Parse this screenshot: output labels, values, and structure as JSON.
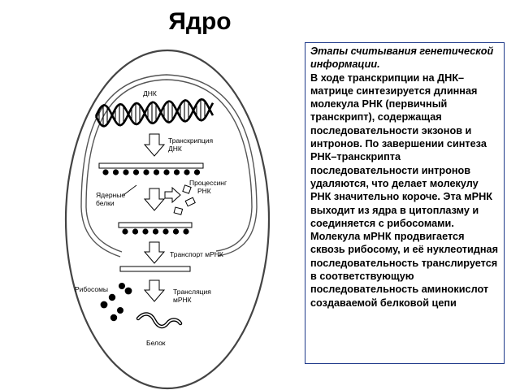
{
  "slide": {
    "title": "Ядро"
  },
  "panel": {
    "heading": "Этапы считывания генетической информации.",
    "body": "В ходе транскрипции на ДНК–матрице синтезируется длинная молекула РНК (первичный транскрипт), содержащая последовательности экзонов и интронов. По завершении синтеза РНК–транскрипта последовательности интронов удаляются, что делает молекулу РНК значительно короче. Эта мРНК выходит из ядра в цитоплазму и соединяется с рибосомами. Молекула мРНК продвигается сквозь рибосому, и её нуклеотидная последовательность транслируется в соответствующую последовательность аминокислот создаваемой белковой цепи"
  },
  "diagram": {
    "labels": {
      "dna": "ДНК",
      "transcription_1": "Транскрипция",
      "transcription_2": "ДНК",
      "processing_1": "Процессинг",
      "processing_2": "РНК",
      "nuclear_proteins_1": "Ядерные",
      "nuclear_proteins_2": "белки",
      "mrna_transport": "Транспорт мРНК",
      "ribosomes": "Рибосомы",
      "translation_1": "Трансляция",
      "translation_2": "мРНК",
      "protein": "Белок"
    }
  }
}
